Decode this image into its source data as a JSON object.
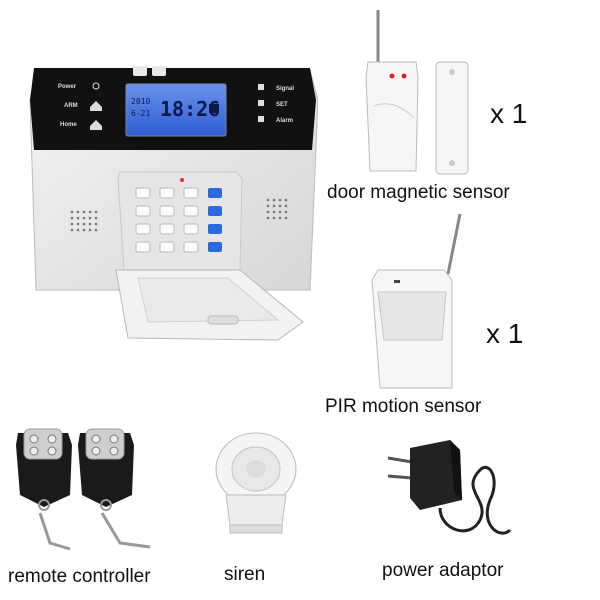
{
  "panel": {
    "left_labels": [
      "Power",
      "ARM",
      "Home"
    ],
    "right_labels": [
      "Signal",
      "SET",
      "Alarm"
    ],
    "lcd_date": "2010",
    "lcd_sub": "6-21",
    "lcd_time": "18:26"
  },
  "items": {
    "door_sensor": {
      "caption": "door magnetic sensor",
      "qty": "x 1"
    },
    "pir_sensor": {
      "caption": "PIR motion sensor",
      "qty": "x 1"
    },
    "remote": {
      "caption": "remote controller"
    },
    "siren": {
      "caption": "siren"
    },
    "adaptor": {
      "caption": "power adaptor"
    }
  },
  "colors": {
    "panel_black": "#111111",
    "lcd_blue": "#3f6fe0",
    "key_blue": "#1b5fd0"
  }
}
